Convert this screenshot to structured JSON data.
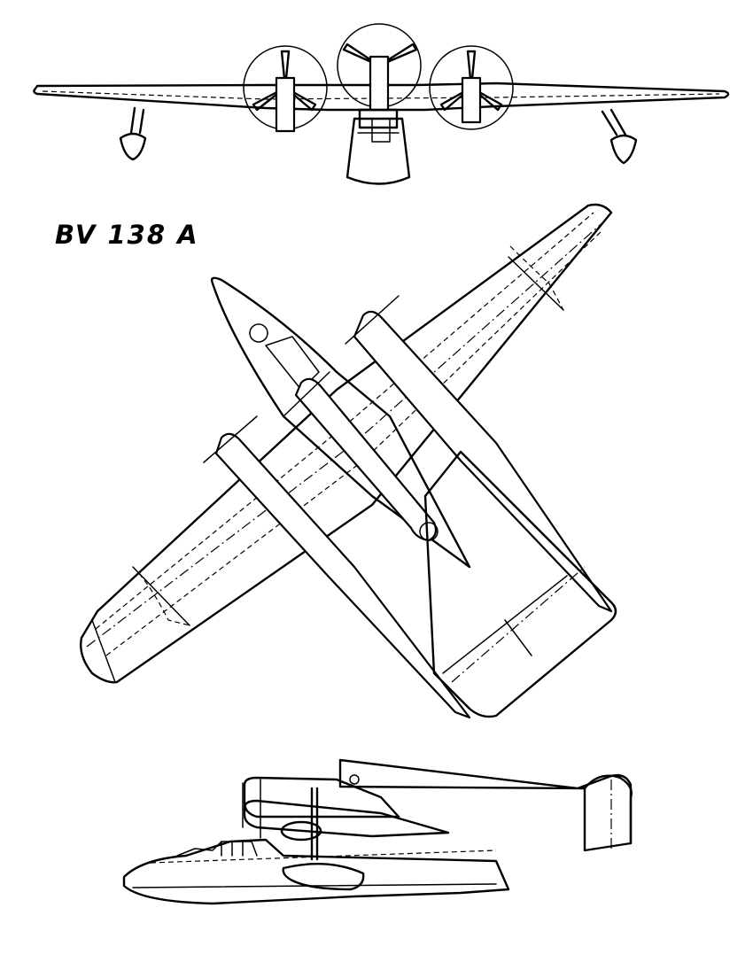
{
  "drawing": {
    "designation": "BV 138 A"
  },
  "colors": {
    "ink": "#000000",
    "paper": "#ffffff"
  },
  "views": [
    "front",
    "top",
    "side"
  ]
}
